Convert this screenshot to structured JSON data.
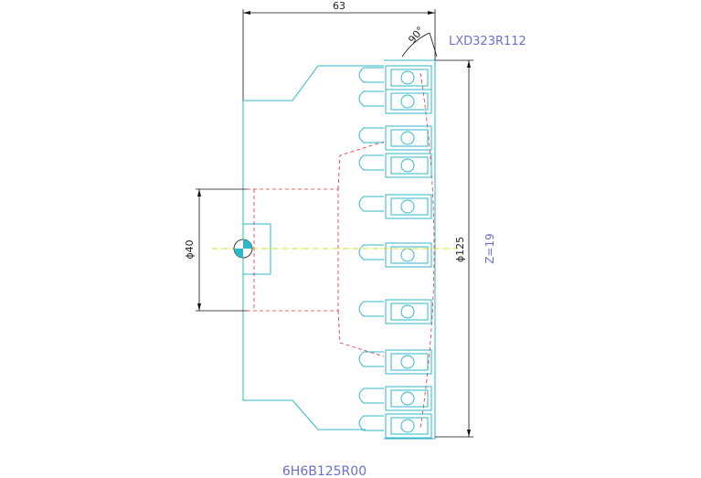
{
  "drawing": {
    "dim_overall_length": "63",
    "dim_angle": "90°",
    "insert_code": "LXD323R112",
    "dim_bore": "ϕ40",
    "dim_diameter": "ϕ125",
    "teeth_count": "Z=19",
    "tool_code": "6H6B125R00"
  },
  "colors": {
    "outline": "#2fb8c8",
    "dimension": "#111111",
    "hidden_lines": "#e03030",
    "centerline": "#d8d820",
    "annotation": "#6b6fd1"
  }
}
